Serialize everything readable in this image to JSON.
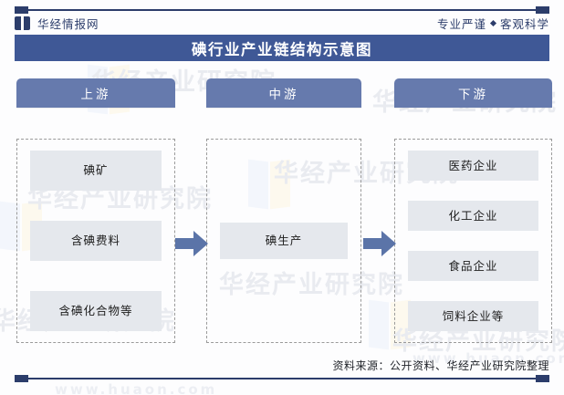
{
  "header": {
    "brand_name": "华经情报网",
    "brand_icon": "open-book-icon",
    "tagline_left": "专业严谨",
    "tagline_sep": "◆",
    "tagline_right": "客观科学"
  },
  "title": "碘行业产业链结构示意图",
  "chain": {
    "stages": [
      {
        "key": "upstream",
        "label": "上游",
        "nodes": [
          "碘矿",
          "含碘费料",
          "含碘化合物等"
        ]
      },
      {
        "key": "midstream",
        "label": "中游",
        "nodes": [
          "碘生产"
        ]
      },
      {
        "key": "downstream",
        "label": "下游",
        "nodes": [
          "医药企业",
          "化工企业",
          "食品企业",
          "饲料企业等"
        ]
      }
    ],
    "connectors": [
      {
        "from": "upstream",
        "to": "midstream",
        "icon": "right-arrow-icon"
      },
      {
        "from": "midstream",
        "to": "downstream",
        "icon": "right-arrow-icon"
      }
    ]
  },
  "watermarks": {
    "institute": "华经产业研究院",
    "site": "www.huaon.com"
  },
  "footer": {
    "source": "资料来源：公开资料、华经产业研究院整理"
  },
  "colors": {
    "navy": "#2c3d6b",
    "banner": "#3f5896",
    "stage_head": "#667aad",
    "node_bg": "#e5e8ed",
    "arrow": "#5b74a8",
    "dash_border": "#9a9a9a"
  }
}
